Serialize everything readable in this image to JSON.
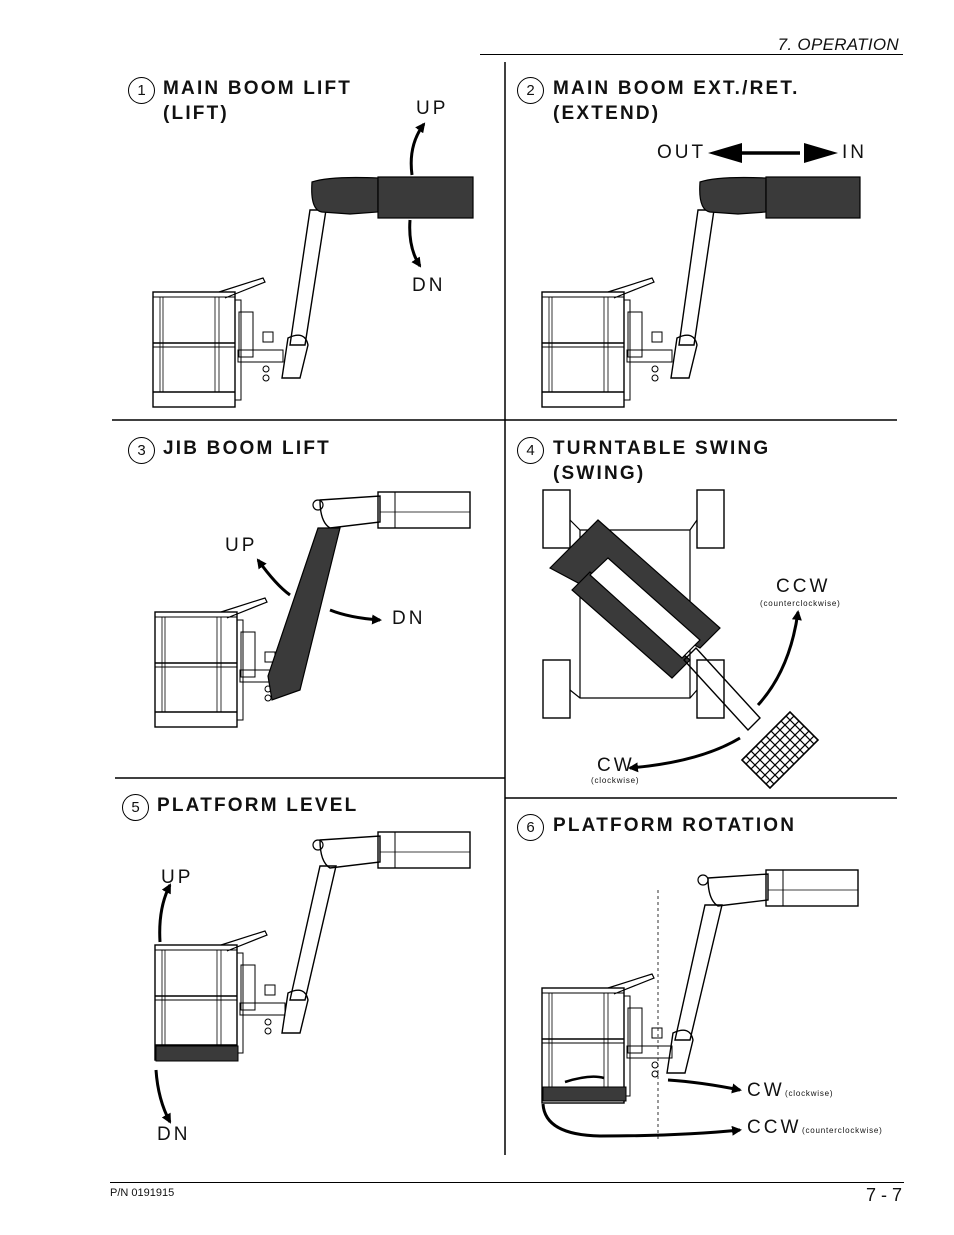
{
  "header": {
    "section": "7. OPERATION"
  },
  "footer": {
    "part_number": "P/N 0191915",
    "page": "7 - 7"
  },
  "panels": [
    {
      "num": "1",
      "title1": "MAIN BOOM LIFT",
      "title2": "(LIFT)",
      "label_a": "UP",
      "label_b": "DN"
    },
    {
      "num": "2",
      "title1": "MAIN BOOM EXT./RET.",
      "title2": "(EXTEND)",
      "label_a": "OUT",
      "label_b": "IN"
    },
    {
      "num": "3",
      "title1": "JIB BOOM LIFT",
      "label_a": "UP",
      "label_b": "DN"
    },
    {
      "num": "4",
      "title1": "TURNTABLE SWING",
      "title2": "(SWING)",
      "label_a": "CCW",
      "note_a": "(counterclockwise)",
      "label_b": "CW",
      "note_b": "(clockwise)"
    },
    {
      "num": "5",
      "title1": "PLATFORM LEVEL",
      "label_a": "UP",
      "label_b": "DN"
    },
    {
      "num": "6",
      "title1": "PLATFORM ROTATION",
      "label_a": "CW",
      "note_a": "(clockwise)",
      "label_b": "CCW",
      "note_b": "(counterclockwise)"
    }
  ]
}
